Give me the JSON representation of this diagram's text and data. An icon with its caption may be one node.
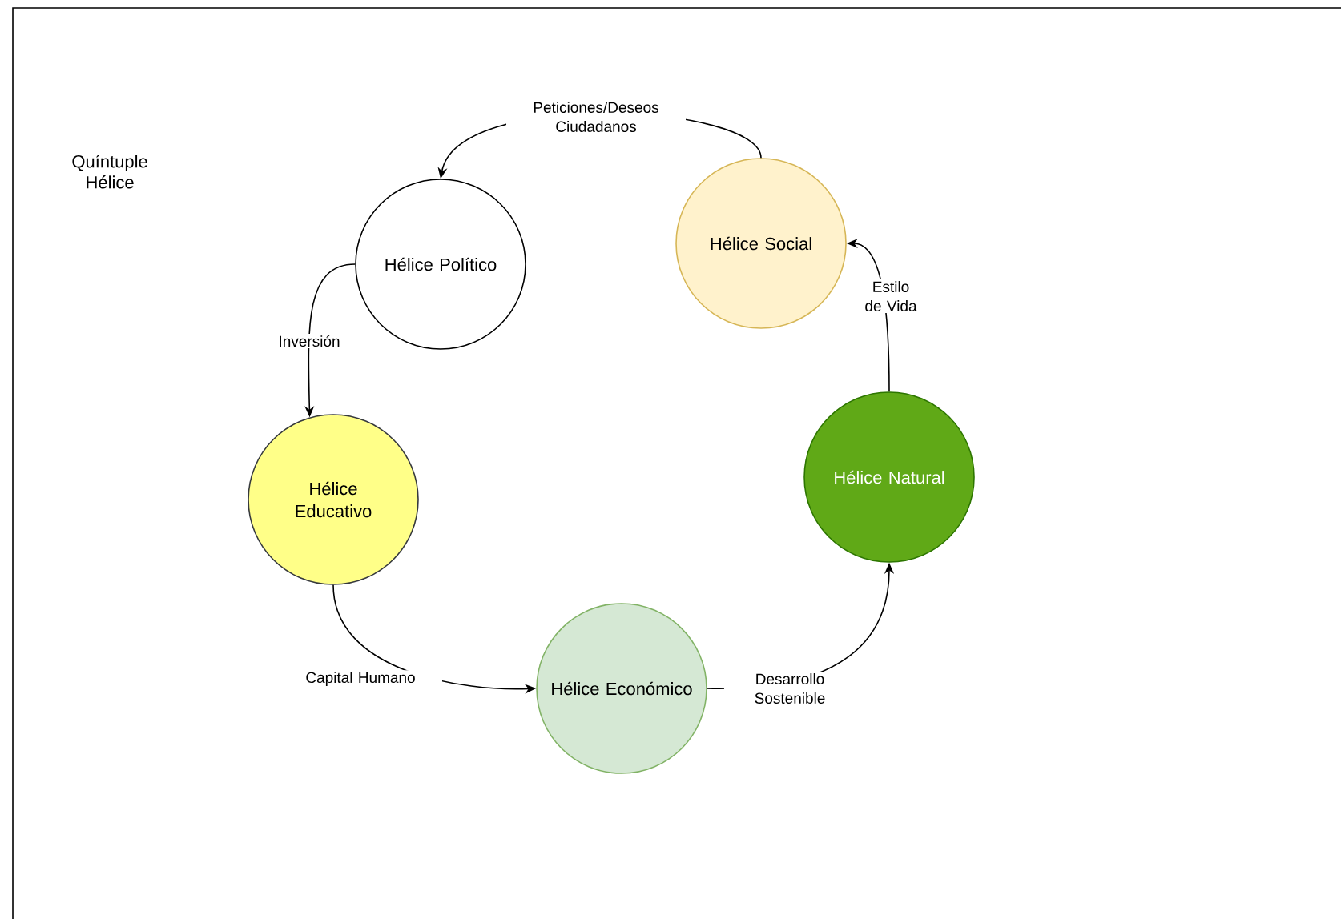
{
  "diagram": {
    "nodes": [
      {
        "text": [
          "Hélice Político"
        ]
      },
      {
        "text": [
          "Hélice Social"
        ]
      },
      {
        "text": [
          "Hélice Educativo"
        ]
      },
      {
        "text": [
          "Hélice Natural"
        ]
      },
      {
        "text": [
          "Hélice Económico"
        ]
      }
    ],
    "edges": [
      {
        "from": 1,
        "to": 0,
        "arrow": "to",
        "label": "Peticiones/Deseos Ciudadanos"
      },
      {
        "from": 0,
        "to": 2,
        "arrow": "to",
        "label": "Inversión"
      },
      {
        "from": 2,
        "to": 4,
        "arrow": "to",
        "label": "Capital Humano"
      },
      {
        "from": 4,
        "to": 3,
        "arrow": "to",
        "label": "Desarrollo Sostenible"
      },
      {
        "from": 3,
        "to": 1,
        "arrow": "to",
        "label": "Estilo de Vida"
      }
    ],
    "title": "Quíntuple Hélice"
  }
}
